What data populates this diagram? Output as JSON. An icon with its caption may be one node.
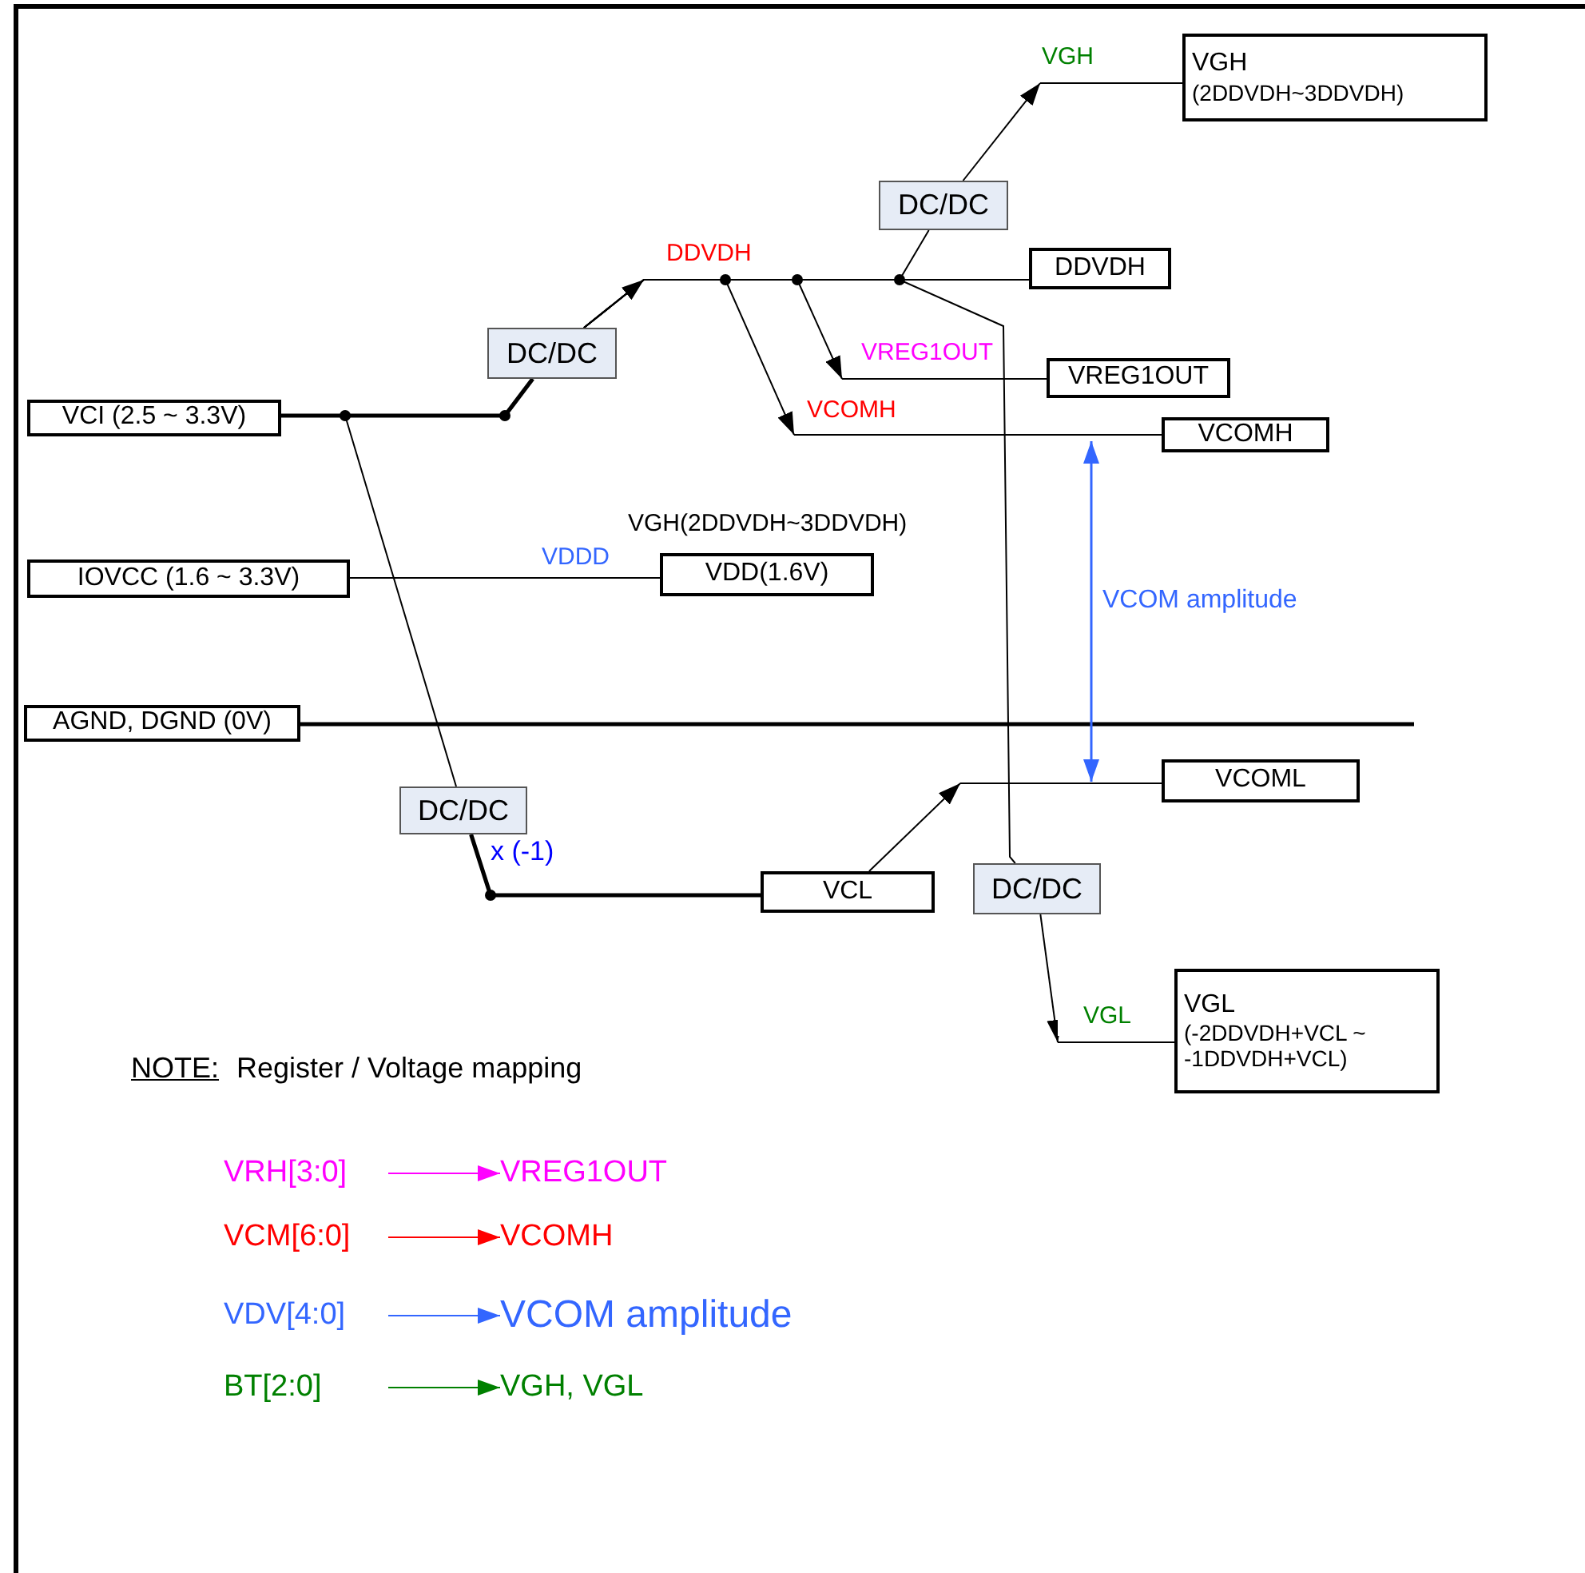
{
  "diagram": {
    "nodes": [
      {
        "text": [
          "VCI (2.5 ~ 3.3V)"
        ]
      },
      {
        "text": [
          "IOVCC (1.6 ~ 3.3V)"
        ]
      },
      {
        "text": [
          "AGND, DGND (0V)"
        ]
      },
      {
        "text": [
          "DC/DC"
        ]
      },
      {
        "text": [
          "DC/DC"
        ]
      },
      {
        "text": [
          "DC/DC"
        ],
        "beside": [
          "x (-1)"
        ]
      },
      {
        "text": [
          "DC/DC"
        ]
      },
      {
        "text": [
          "VGH",
          "(2DDVDH~3DDVDH)"
        ]
      },
      {
        "text": [
          "DDVDH"
        ]
      },
      {
        "text": [
          "VREG1OUT"
        ]
      },
      {
        "text": [
          "VCOMH"
        ]
      },
      {
        "text": [
          "VDD(1.6V)"
        ],
        "beside": [
          "VGH(2DDVDH~3DDVDH)"
        ]
      },
      {
        "text": [
          "VCOML"
        ]
      },
      {
        "text": [
          "VCL"
        ]
      },
      {
        "text": [
          "VGL",
          "(-2DDVDH+VCL ~ -1DDVDH+VCL)"
        ]
      },
      {
        "text": [
          "DDVDH"
        ]
      },
      {
        "text": [
          "VREG1OUT"
        ]
      },
      {
        "text": [
          "VCOMH"
        ]
      },
      {
        "text": [
          "VGH"
        ]
      },
      {
        "text": [
          "VGL"
        ]
      },
      {
        "text": [
          "VRH[3:0]"
        ]
      },
      {
        "text": [
          "VREG1OUT"
        ]
      },
      {
        "text": [
          "VCM[6:0]"
        ]
      },
      {
        "text": [
          "VCOMH"
        ]
      },
      {
        "text": [
          "VDV[4:0]"
        ]
      },
      {
        "text": [
          "VCOM amplitude"
        ]
      },
      {
        "text": [
          "BT[2:0]"
        ]
      },
      {
        "text": [
          "VGH, VGL"
        ]
      }
    ],
    "edges": [
      {
        "from": 0,
        "to": 3,
        "arrow": "none",
        "style": "thick"
      },
      {
        "from": 3,
        "to": 15,
        "arrow": "to"
      },
      {
        "from": 15,
        "to": 8,
        "arrow": "none"
      },
      {
        "from": 3,
        "to": 16,
        "arrow": "to"
      },
      {
        "from": 16,
        "to": 9,
        "arrow": "none"
      },
      {
        "from": 3,
        "to": 17,
        "arrow": "to"
      },
      {
        "from": 17,
        "to": 10,
        "arrow": "none"
      },
      {
        "from": 3,
        "to": 4,
        "arrow": "none"
      },
      {
        "from": 4,
        "to": 18,
        "arrow": "to"
      },
      {
        "from": 18,
        "to": 7,
        "arrow": "none"
      },
      {
        "from": 3,
        "to": 6,
        "arrow": "none"
      },
      {
        "from": 6,
        "to": 19,
        "arrow": "to"
      },
      {
        "from": 19,
        "to": 14,
        "arrow": "none"
      },
      {
        "from": 0,
        "to": 5,
        "arrow": "none"
      },
      {
        "from": 5,
        "to": 13,
        "arrow": "none",
        "style": "thick"
      },
      {
        "from": 13,
        "to": null,
        "arrow": "to"
      },
      {
        "from": null,
        "to": 12,
        "arrow": "none"
      },
      {
        "from": 1,
        "to": 11,
        "arrow": "none",
        "label": "VDDD"
      },
      {
        "from": 2,
        "to": null,
        "arrow": "none",
        "style": "thick"
      },
      {
        "from": 20,
        "to": 21,
        "arrow": "to",
        "color": "#ff00ff"
      },
      {
        "from": 22,
        "to": 23,
        "arrow": "to",
        "color": "#ff0000"
      },
      {
        "from": 24,
        "to": 25,
        "arrow": "to",
        "color": "#3366ff"
      },
      {
        "from": 26,
        "to": 27,
        "arrow": "to",
        "color": "#008000"
      }
    ],
    "labels": [
      "VCOM amplitude",
      "NOTE:",
      "Register / Voltage mapping"
    ]
  }
}
